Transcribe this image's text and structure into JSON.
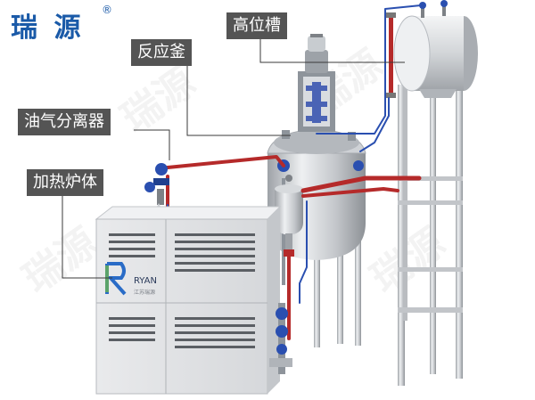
{
  "brand": {
    "name": "瑞 源",
    "registered_mark": "®"
  },
  "callouts": {
    "high_tank": "高位槽",
    "reactor": "反应釜",
    "separator": "油气分离器",
    "furnace": "加热炉体"
  },
  "panel_logo": {
    "text": "RYAN",
    "subtext": "江苏瑞源"
  },
  "watermark": "瑞源",
  "colors": {
    "brand_blue": "#1a5aa8",
    "label_bg": "#545454",
    "pipe_red": "#b52a2a",
    "pipe_blue": "#2a4fb0",
    "steel": "#c9ccd0"
  }
}
